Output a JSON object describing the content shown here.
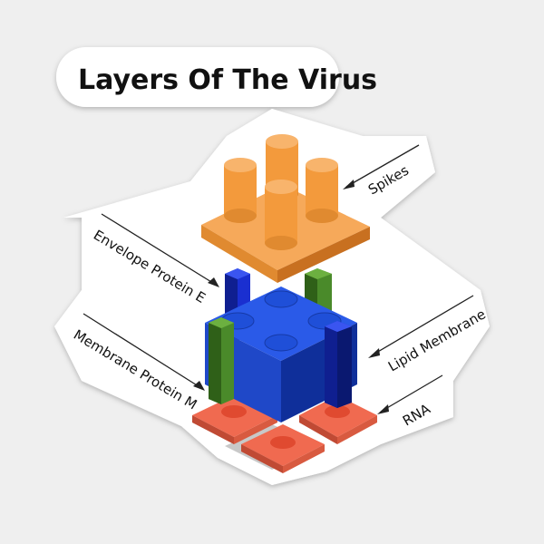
{
  "title": "Layers Of The Virus",
  "labels": {
    "spikes": "Spikes",
    "envelope": "Envelope Protein E",
    "lipid": "Lipid Membrane",
    "membrane": "Membrane Protein M",
    "rna": "RNA"
  },
  "colors": {
    "spikes": "#f39a3c",
    "lipid": "#1f4fd8",
    "envelope": "#1a2fd0",
    "membrane": "#4a8a2a",
    "rna": "#f06a50"
  }
}
